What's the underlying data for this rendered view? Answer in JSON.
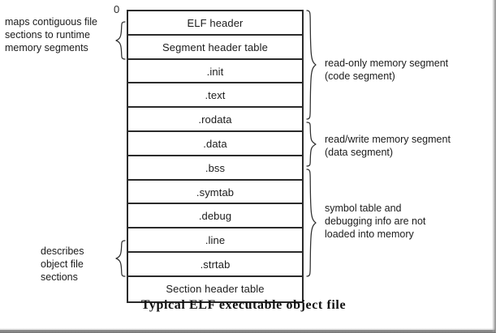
{
  "figure": {
    "caption": "Typical ELF executable object file",
    "offset_label": "0"
  },
  "section_table": {
    "rows": [
      {
        "label": "ELF header"
      },
      {
        "label": "Segment header table"
      },
      {
        "label": ".init"
      },
      {
        "label": ".text"
      },
      {
        "label": ".rodata"
      },
      {
        "label": ".data"
      },
      {
        "label": ".bss"
      },
      {
        "label": ".symtab"
      },
      {
        "label": ".debug"
      },
      {
        "label": ".line"
      },
      {
        "label": ".strtab"
      },
      {
        "label": "Section header table"
      }
    ]
  },
  "annotations": {
    "left": [
      {
        "id": "maps-contiguous",
        "line1": "maps contiguous file",
        "line2": "sections to runtime",
        "line3": "memory segments"
      },
      {
        "id": "describes-sections",
        "line1": "describes",
        "line2": "object file",
        "line3": "sections"
      }
    ],
    "right": [
      {
        "id": "read-only-segment",
        "line1": "read-only memory segment",
        "line2": "(code segment)"
      },
      {
        "id": "read-write-segment",
        "line1": "read/write memory segment",
        "line2": "(data segment)"
      },
      {
        "id": "symbol-debug-info",
        "line1": "symbol table and",
        "line2": "debugging info are not",
        "line3": "loaded into memory"
      }
    ]
  },
  "colors": {
    "line": "#2b2b2b",
    "text": "#1b1b1b",
    "background": "#ffffff"
  }
}
